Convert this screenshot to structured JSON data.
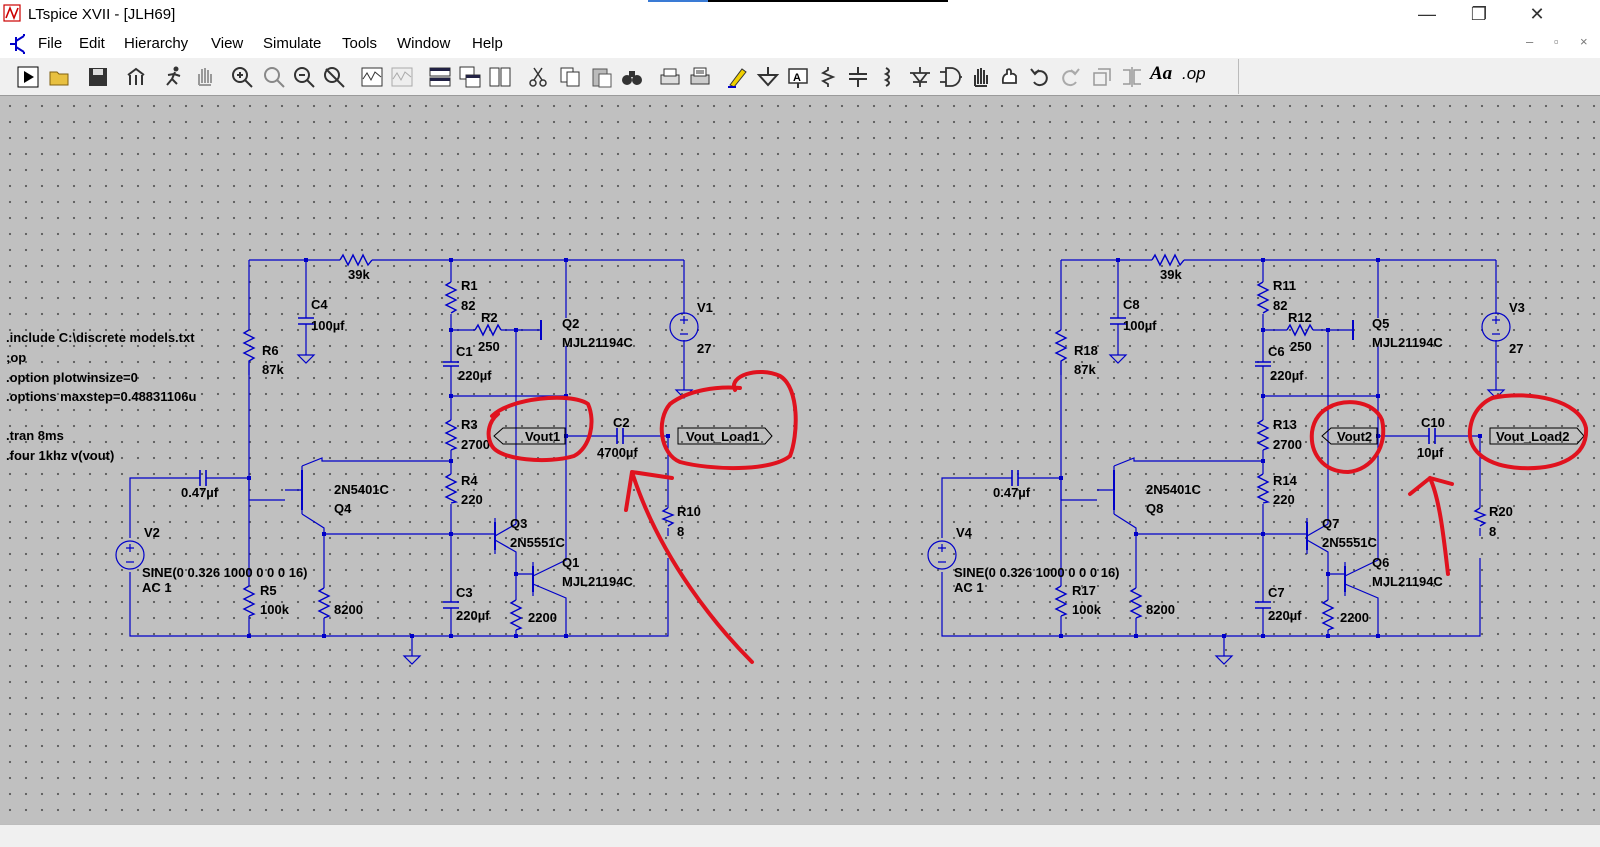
{
  "window": {
    "title": "LTspice XVII - [JLH69]",
    "controls": {
      "minimize": "—",
      "restore": "❐",
      "close": "✕"
    },
    "mdi_controls": {
      "minimize": "–",
      "restore": "▫",
      "close": "×"
    }
  },
  "menu": [
    "File",
    "Edit",
    "Hierarchy",
    "View",
    "Simulate",
    "Tools",
    "Window",
    "Help"
  ],
  "toolbar": {
    "icons": [
      "run-icon",
      "open-icon",
      "save-icon",
      "control-panel-icon",
      "halt-icon",
      "pan-hand-icon",
      "zoom-in-icon",
      "zoom-full-icon",
      "zoom-out-icon",
      "zoom-cancel-icon",
      "waveform-icon",
      "waveform-disabled-icon",
      "tile-horizontal-icon",
      "cascade-icon",
      "tile-vertical-icon",
      "cut-icon",
      "copy-icon",
      "paste-icon",
      "find-icon",
      "print-icon",
      "print-setup-icon",
      "draw-wire-icon",
      "ground-icon",
      "label-net-icon",
      "resistor-icon",
      "capacitor-icon",
      "inductor-icon",
      "diode-icon",
      "component-icon",
      "move-icon",
      "drag-icon",
      "undo-icon",
      "redo-icon",
      "rotate-icon",
      "mirror-icon",
      "text-icon",
      "spice-directive-icon"
    ],
    "text_tool": "Aa",
    "op_tool": ".op"
  },
  "directives": [
    ".include C:\\discrete models.txt",
    ";op",
    ".option plotwinsize=0",
    ".options maxstep=0.48831106u",
    ".tran 8ms",
    ".four 1khz v(vout)"
  ],
  "circuit1": {
    "res_top": "39k",
    "C4": {
      "name": "C4",
      "value": "100µf"
    },
    "R1": {
      "name": "R1",
      "value": "82"
    },
    "R2": {
      "name": "R2",
      "value": "250"
    },
    "Q2": {
      "name": "Q2",
      "model": "MJL21194C"
    },
    "V1": {
      "name": "V1",
      "value": "27"
    },
    "R6": {
      "name": "R6",
      "value": "87k"
    },
    "C1": {
      "name": "C1",
      "value": "220µf"
    },
    "R3": {
      "name": "R3",
      "value": "2700"
    },
    "vout_label": "Vout1",
    "C2": {
      "name": "C2",
      "value": "4700µf"
    },
    "load_label": "Vout_Load1",
    "R4": {
      "name": "R4",
      "value": "220"
    },
    "C_in": "0.47µf",
    "Q4": {
      "name": "Q4",
      "model": "2N5401C"
    },
    "R10": {
      "name": "R10",
      "value": "8"
    },
    "Q3": {
      "name": "Q3",
      "model": "2N5551C"
    },
    "V2": {
      "name": "V2",
      "source": "SINE(0 0.326 1000 0 0 0 16)",
      "ac": "AC 1"
    },
    "Q1": {
      "name": "Q1",
      "model": "MJL21194C"
    },
    "R5": {
      "name": "R5",
      "value": "100k"
    },
    "R_8200": "8200",
    "C3": {
      "name": "C3",
      "value": "220µf"
    },
    "R_2200": "2200"
  },
  "circuit2": {
    "res_top": "39k",
    "C8": {
      "name": "C8",
      "value": "100µf"
    },
    "R11": {
      "name": "R11",
      "value": "82"
    },
    "R12": {
      "name": "R12",
      "value": "250"
    },
    "Q5": {
      "name": "Q5",
      "model": "MJL21194C"
    },
    "V3": {
      "name": "V3",
      "value": "27"
    },
    "R18": {
      "name": "R18",
      "value": "87k"
    },
    "C6": {
      "name": "C6",
      "value": "220µf"
    },
    "R13": {
      "name": "R13",
      "value": "2700"
    },
    "vout_label": "Vout2",
    "C10": {
      "name": "C10",
      "value": "10µf"
    },
    "load_label": "Vout_Load2",
    "R14": {
      "name": "R14",
      "value": "220"
    },
    "C_in": "0.47µf",
    "Q8": {
      "name": "Q8",
      "model": "2N5401C"
    },
    "R20": {
      "name": "R20",
      "value": "8"
    },
    "Q7": {
      "name": "Q7",
      "model": "2N5551C"
    },
    "V4": {
      "name": "V4",
      "source": "SINE(0 0.326 1000 0 0 0 16)",
      "ac": "AC 1"
    },
    "Q6": {
      "name": "Q6",
      "model": "MJL21194C"
    },
    "R17": {
      "name": "R17",
      "value": "100k"
    },
    "R_8200": "8200",
    "C7": {
      "name": "C7",
      "value": "220µf"
    },
    "R_2200": "2200"
  },
  "colors": {
    "wire": "#0000c8",
    "annotation": "#e0121e",
    "canvas": "#c0c0c0"
  }
}
